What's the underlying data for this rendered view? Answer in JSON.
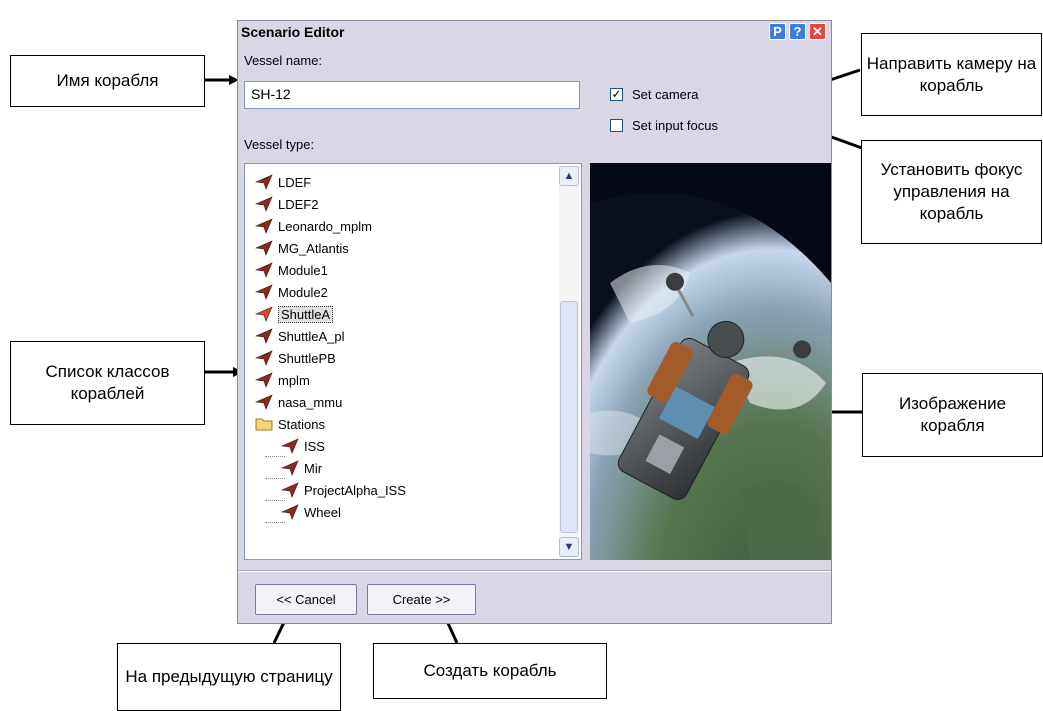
{
  "window": {
    "title": "Scenario Editor",
    "p_button": "P",
    "help_button": "?",
    "close_button": "✕"
  },
  "form": {
    "vessel_name_label": "Vessel name:",
    "vessel_name_value": "SH-12",
    "set_camera_label": "Set camera",
    "set_camera_checked": true,
    "set_camera_mark": "✓",
    "set_input_focus_label": "Set input focus",
    "set_input_focus_checked": false,
    "vessel_type_label": "Vessel type:"
  },
  "vessel_list": {
    "items": [
      {
        "label": "LDEF",
        "icon": "ship-icon"
      },
      {
        "label": "LDEF2",
        "icon": "ship-icon"
      },
      {
        "label": "Leonardo_mplm",
        "icon": "ship-icon"
      },
      {
        "label": "MG_Atlantis",
        "icon": "ship-icon"
      },
      {
        "label": "Module1",
        "icon": "ship-icon"
      },
      {
        "label": "Module2",
        "icon": "ship-icon"
      },
      {
        "label": "ShuttleA",
        "icon": "ship-icon",
        "selected": true
      },
      {
        "label": "ShuttleA_pl",
        "icon": "ship-icon"
      },
      {
        "label": "ShuttlePB",
        "icon": "ship-icon"
      },
      {
        "label": "mplm",
        "icon": "ship-icon"
      },
      {
        "label": "nasa_mmu",
        "icon": "ship-icon"
      },
      {
        "label": "Stations",
        "icon": "folder-icon"
      },
      {
        "label": "ISS",
        "icon": "ship-icon",
        "child": true
      },
      {
        "label": "Mir",
        "icon": "ship-icon",
        "child": true
      },
      {
        "label": "ProjectAlpha_ISS",
        "icon": "ship-icon",
        "child": true
      },
      {
        "label": "Wheel",
        "icon": "ship-icon",
        "child": true
      }
    ],
    "scroll_up": "▲",
    "scroll_down": "▼"
  },
  "buttons": {
    "cancel": "<< Cancel",
    "create": "Create >>"
  },
  "annotations": {
    "vessel_name": "Имя корабля",
    "class_list": "Список классов кораблей",
    "back": "На предыдущую страницу",
    "create": "Создать корабль",
    "camera": "Направить камеру на корабль",
    "focus": "Установить фокус управления на корабль",
    "image": "Изображение корабля"
  },
  "colors": {
    "window_bg": "#dad6e6",
    "ship_icon": "#8b2a22",
    "selected_ship_icon": "#e4443a"
  }
}
